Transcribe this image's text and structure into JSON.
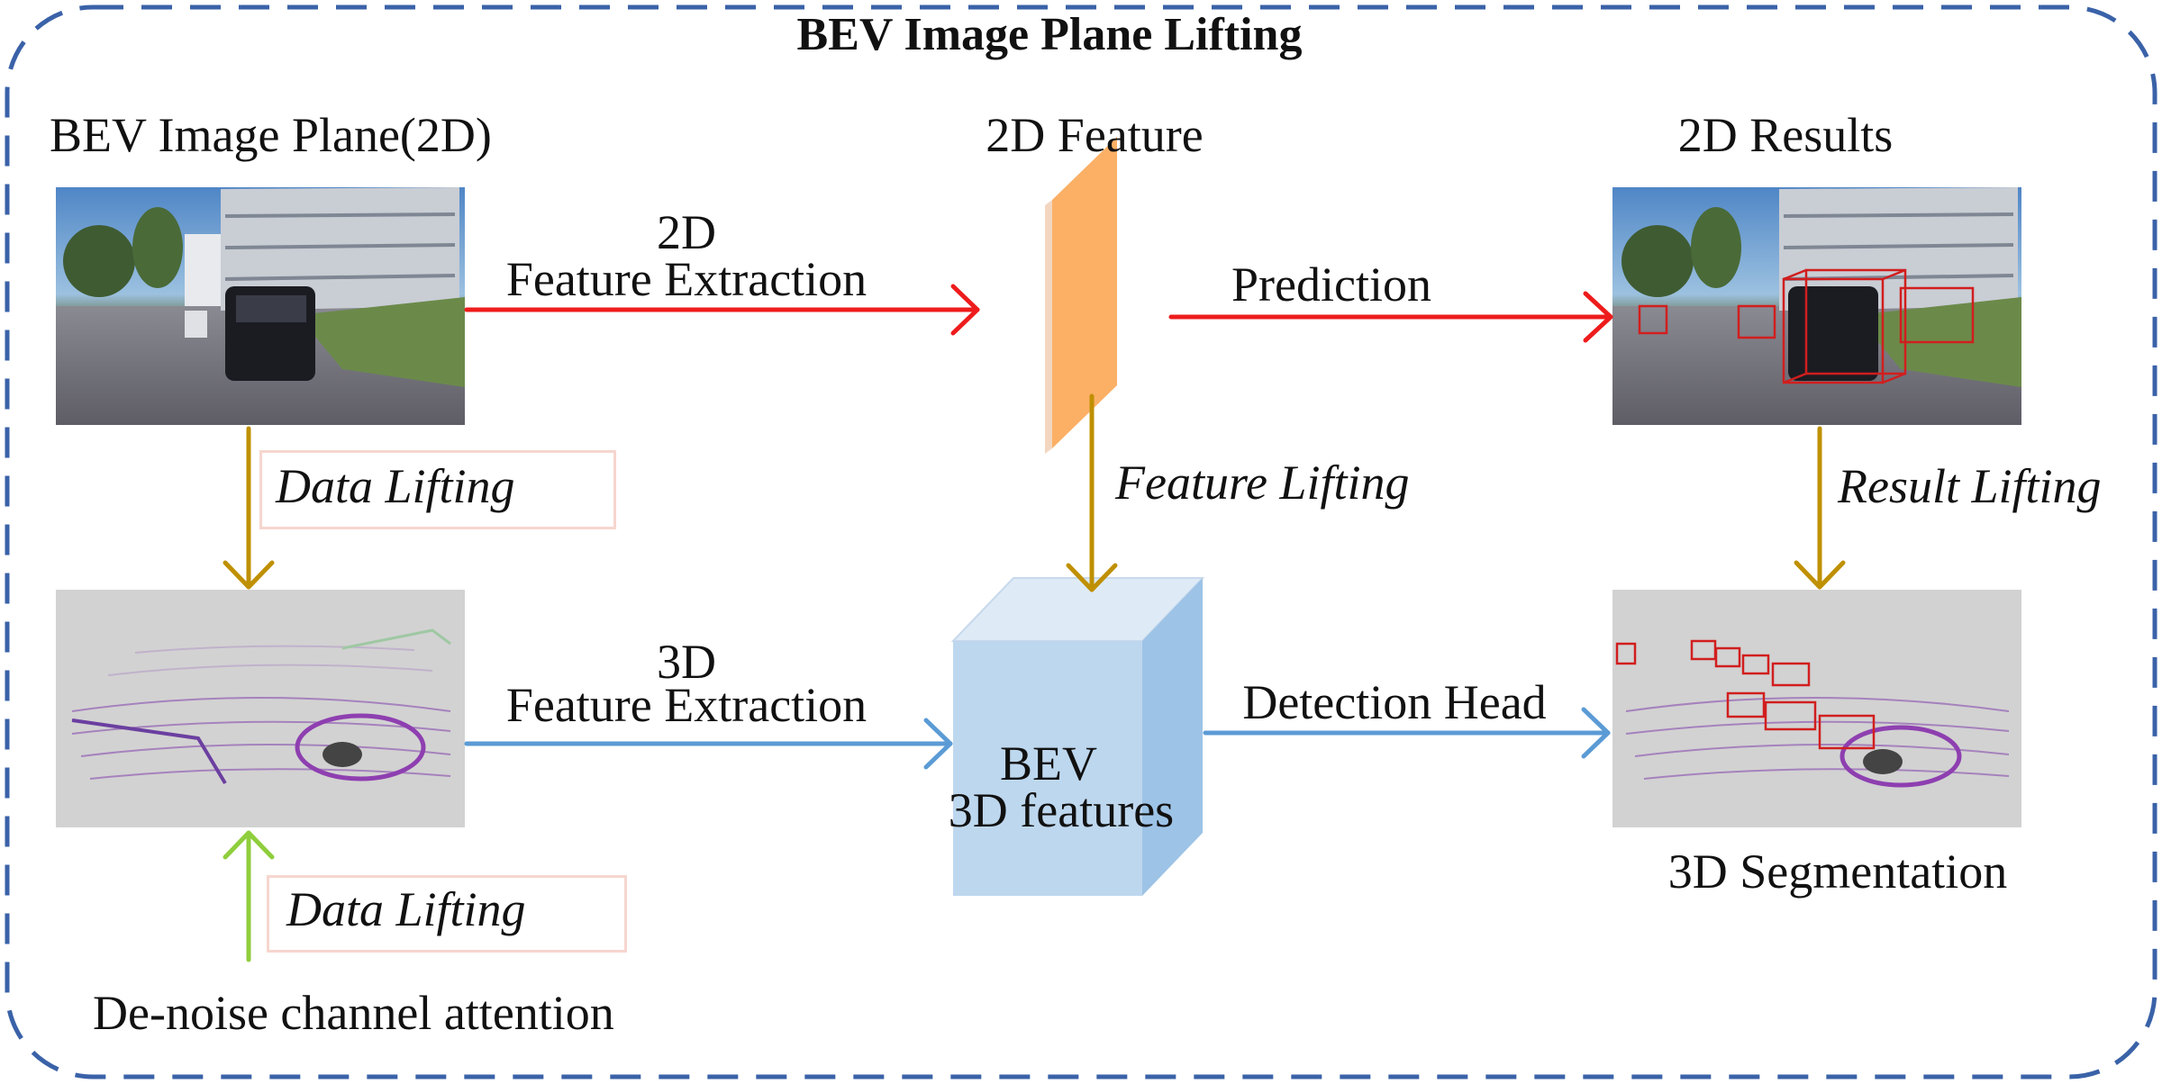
{
  "title": "BEV Image Plane Lifting",
  "headers": {
    "image_plane": "BEV Image Plane(2D)",
    "feature_2d": "2D Feature",
    "results_2d": "2D Results"
  },
  "arrows": {
    "extract_2d_top": "2D",
    "extract_2d_bottom": "Feature Extraction",
    "prediction": "Prediction",
    "extract_3d_top": "3D",
    "extract_3d_bottom": "Feature Extraction",
    "detection_head": "Detection Head"
  },
  "lifting": {
    "data_lifting_top": "Data Lifting",
    "feature_lifting": "Feature Lifting",
    "result_lifting": "Result Lifting",
    "data_lifting_bottom": "Data Lifting"
  },
  "cube": {
    "line1": "BEV",
    "line2": "3D features"
  },
  "labels": {
    "segmentation": "3D Segmentation",
    "denoise": "De-noise channel attention"
  },
  "colors": {
    "frame": "#3a62a8",
    "red_arrow": "#ee1c1c",
    "blue_arrow": "#5b9bd5",
    "gold_arrow": "#bf9000",
    "green_arrow": "#8fce3c",
    "feature_plane": "#fbb066",
    "cube_front": "#bdd7ee",
    "cube_top": "#deebf7",
    "cube_side": "#9dc3e6"
  }
}
